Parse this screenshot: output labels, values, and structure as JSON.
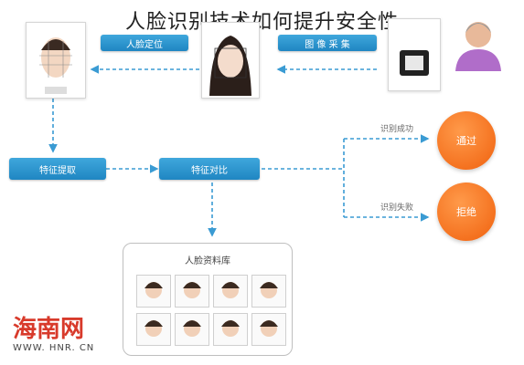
{
  "title": "人脸识别技术如何提升安全性",
  "nodes": {
    "face_locate": "人脸定位",
    "image_capture": "图 像 采 集",
    "feature_extract": "特征提取",
    "feature_compare": "特征对比",
    "success": "识别成功",
    "fail": "识别失败",
    "pass": "通过",
    "reject": "拒绝",
    "database": "人脸资料库"
  },
  "watermark": {
    "text": "海南网",
    "url": "WWW. HNR. CN"
  },
  "colors": {
    "blue": "#2a95d0",
    "orange": "#f26b1d",
    "arrow": "#3a9bd3"
  }
}
